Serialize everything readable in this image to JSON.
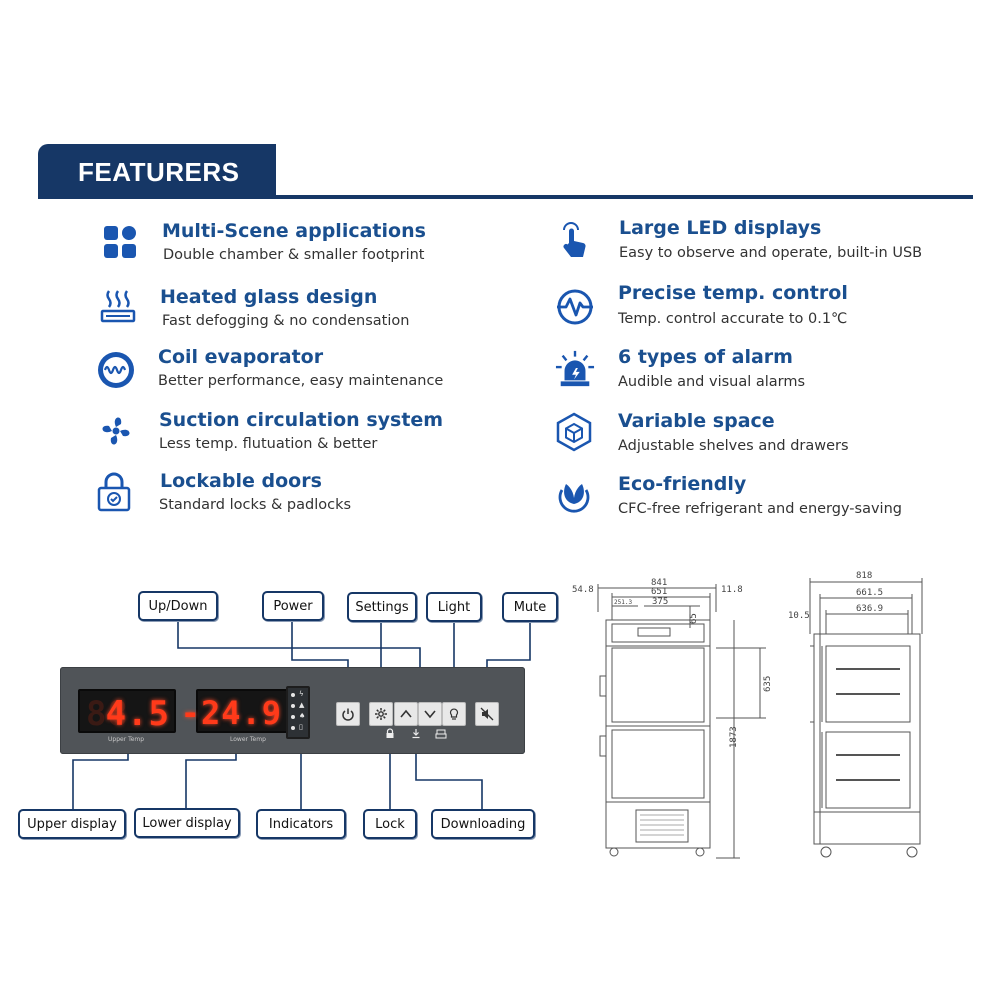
{
  "header": {
    "title": "FEATURERS"
  },
  "features_left": [
    {
      "icon": "grid-squares-icon",
      "title": "Multi-Scene applications",
      "desc": "Double chamber & smaller footprint"
    },
    {
      "icon": "heated-glass-icon",
      "title": "Heated glass design",
      "desc": "Fast defogging & no condensation"
    },
    {
      "icon": "coil-icon",
      "title": "Coil evaporator",
      "desc": "Better performance, easy maintenance"
    },
    {
      "icon": "fan-icon",
      "title": "Suction circulation system",
      "desc": "Less temp. flutuation & better"
    },
    {
      "icon": "lock-icon",
      "title": "Lockable doors",
      "desc": "Standard locks & padlocks"
    }
  ],
  "features_right": [
    {
      "icon": "touch-hand-icon",
      "title": "Large LED displays",
      "desc": "Easy to observe and operate, built-in USB"
    },
    {
      "icon": "pulse-icon",
      "title": "Precise temp. control",
      "desc": "Temp. control  accurate to 0.1℃"
    },
    {
      "icon": "alarm-light-icon",
      "title": "6 types of alarm",
      "desc": "Audible and visual alarms"
    },
    {
      "icon": "cube-icon",
      "title": "Variable space",
      "desc": "Adjustable shelves and drawers"
    },
    {
      "icon": "leaf-icon",
      "title": "Eco-friendly",
      "desc": "CFC-free refrigerant and energy-saving"
    }
  ],
  "panel": {
    "upper_value": "4.5",
    "upper_ghost": "88",
    "upper_label": "Upper Temp",
    "lower_value": "-24.9",
    "lower_ghost": "",
    "lower_label": "Lower Temp"
  },
  "callouts": {
    "up_down": "Up/Down",
    "power": "Power",
    "settings": "Settings",
    "light": "Light",
    "mute": "Mute",
    "upper_display": "Upper display",
    "lower_display": "Lower display",
    "indicators": "Indicators",
    "lock": "Lock",
    "downloading": "Downloading"
  },
  "front_dims": {
    "w_total": "841",
    "w_body": "651",
    "w_left": "54.8",
    "w_right": "11.8",
    "w_inner": "375",
    "w_small": "251.3",
    "h_top": "65",
    "h_door": "635",
    "h_total": "1873"
  },
  "side_dims": {
    "d_total": "818",
    "d_body": "661.5",
    "d_inner": "636.9",
    "d_offset": "10.5"
  }
}
